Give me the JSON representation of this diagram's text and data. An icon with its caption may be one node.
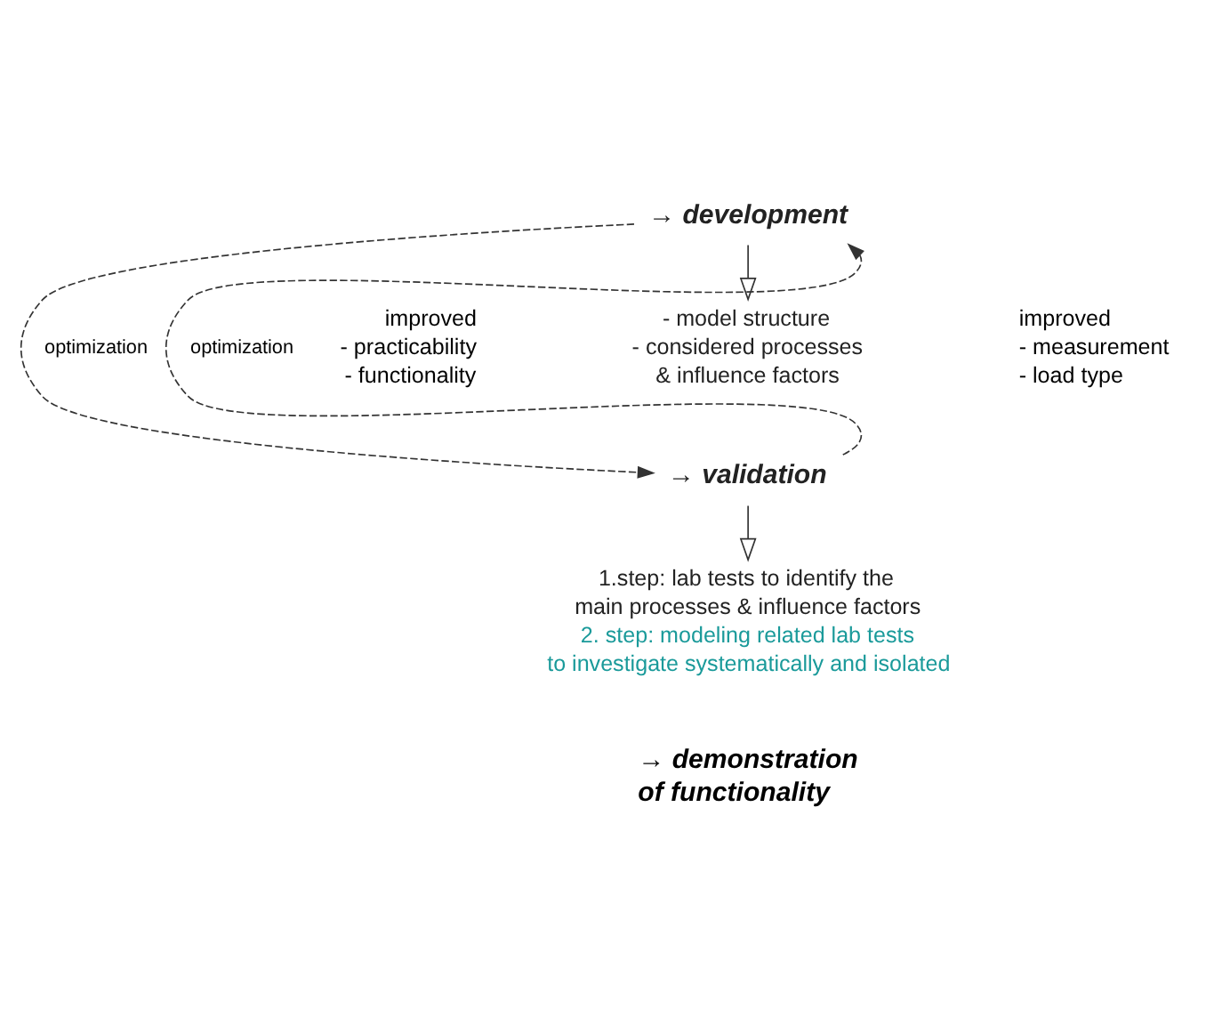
{
  "diagram": {
    "nodes": [
      {
        "text": [
          "→ development"
        ]
      },
      {
        "text": [
          "- model structure - considered processes & influence factors"
        ]
      },
      {
        "text": [
          "→ validation"
        ]
      },
      {
        "text": [
          "1.step: lab tests to identify the main processes & influence factors",
          "2. step: modeling related lab tests to investigate systematically and isolated"
        ]
      }
    ],
    "edges": [
      {
        "from": 0,
        "to": 1,
        "arrow": "to"
      },
      {
        "from": 2,
        "to": 0,
        "arrow": "to",
        "style": "dashed",
        "label": "optimization"
      },
      {
        "from": 0,
        "to": 2,
        "arrow": "to",
        "style": "dashed",
        "label": "optimization"
      },
      {
        "from": 2,
        "to": 3,
        "arrow": "to"
      }
    ],
    "labels": [
      "improved - practicability - functionality",
      "improved - measurement - load type",
      "→ demonstration of functionality"
    ]
  }
}
